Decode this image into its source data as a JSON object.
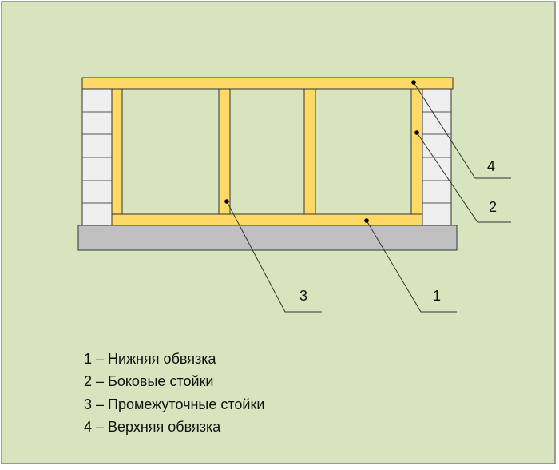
{
  "colors": {
    "background": "#d7e4bd",
    "timber": "#ffd966",
    "brick": "#efefef",
    "foundation": "#c0c0c0",
    "outline": "#333333"
  },
  "callouts": [
    {
      "number": "1",
      "part": "bottom-plate"
    },
    {
      "number": "2",
      "part": "side-stud"
    },
    {
      "number": "3",
      "part": "intermediate-stud"
    },
    {
      "number": "4",
      "part": "top-plate"
    }
  ],
  "legend": [
    "1 – Нижняя обвязка",
    "2 – Боковые стойки",
    "3 – Промежуточные стойки",
    "4 – Верхняя обвязка"
  ]
}
